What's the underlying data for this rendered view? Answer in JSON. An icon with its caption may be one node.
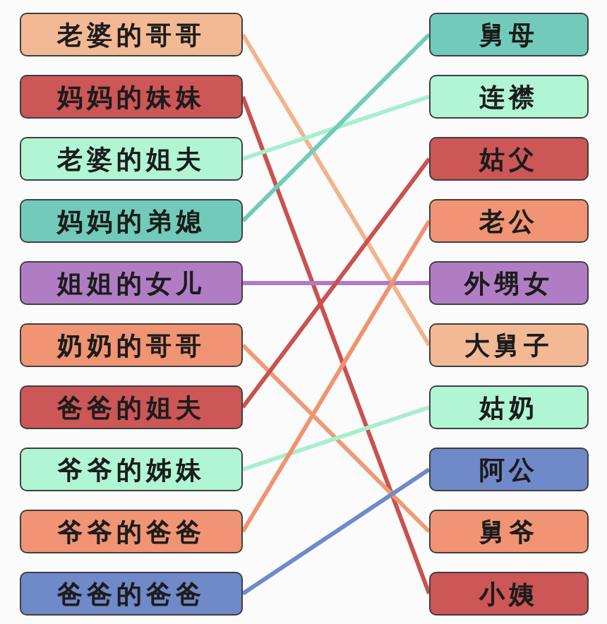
{
  "diagram": {
    "nodes": [
      {
        "text": [
          "老婆的哥哥"
        ]
      },
      {
        "text": [
          "妈妈的妹妹"
        ]
      },
      {
        "text": [
          "老婆的姐夫"
        ]
      },
      {
        "text": [
          "妈妈的弟媳"
        ]
      },
      {
        "text": [
          "姐姐的女儿"
        ]
      },
      {
        "text": [
          "奶奶的哥哥"
        ]
      },
      {
        "text": [
          "爸爸的姐夫"
        ]
      },
      {
        "text": [
          "爷爷的姊妹"
        ]
      },
      {
        "text": [
          "爷爷的爸爸"
        ]
      },
      {
        "text": [
          "爸爸的爸爸"
        ]
      },
      {
        "text": [
          "舅母"
        ]
      },
      {
        "text": [
          "连襟"
        ]
      },
      {
        "text": [
          "姑父"
        ]
      },
      {
        "text": [
          "老公"
        ]
      },
      {
        "text": [
          "外甥女"
        ]
      },
      {
        "text": [
          "大舅子"
        ]
      },
      {
        "text": [
          "姑奶"
        ]
      },
      {
        "text": [
          "阿公"
        ]
      },
      {
        "text": [
          "舅爷"
        ]
      },
      {
        "text": [
          "小姨"
        ]
      }
    ],
    "edges": [
      {
        "from": 0,
        "to": 15,
        "arrow": "none",
        "color": "#f2b48c"
      },
      {
        "from": 1,
        "to": 19,
        "arrow": "none",
        "color": "#c9524f"
      },
      {
        "from": 2,
        "to": 11,
        "arrow": "none",
        "color": "#a6f0cd"
      },
      {
        "from": 3,
        "to": 10,
        "arrow": "none",
        "color": "#6fcbbb"
      },
      {
        "from": 4,
        "to": 14,
        "arrow": "none",
        "color": "#b07ac6"
      },
      {
        "from": 5,
        "to": 18,
        "arrow": "none",
        "color": "#ef9a74"
      },
      {
        "from": 6,
        "to": 12,
        "arrow": "none",
        "color": "#c9524f"
      },
      {
        "from": 7,
        "to": 16,
        "arrow": "none",
        "color": "#a6f0cd"
      },
      {
        "from": 8,
        "to": 13,
        "arrow": "none",
        "color": "#ef9470"
      },
      {
        "from": 9,
        "to": 17,
        "arrow": "none",
        "color": "#6f8acb"
      }
    ]
  }
}
